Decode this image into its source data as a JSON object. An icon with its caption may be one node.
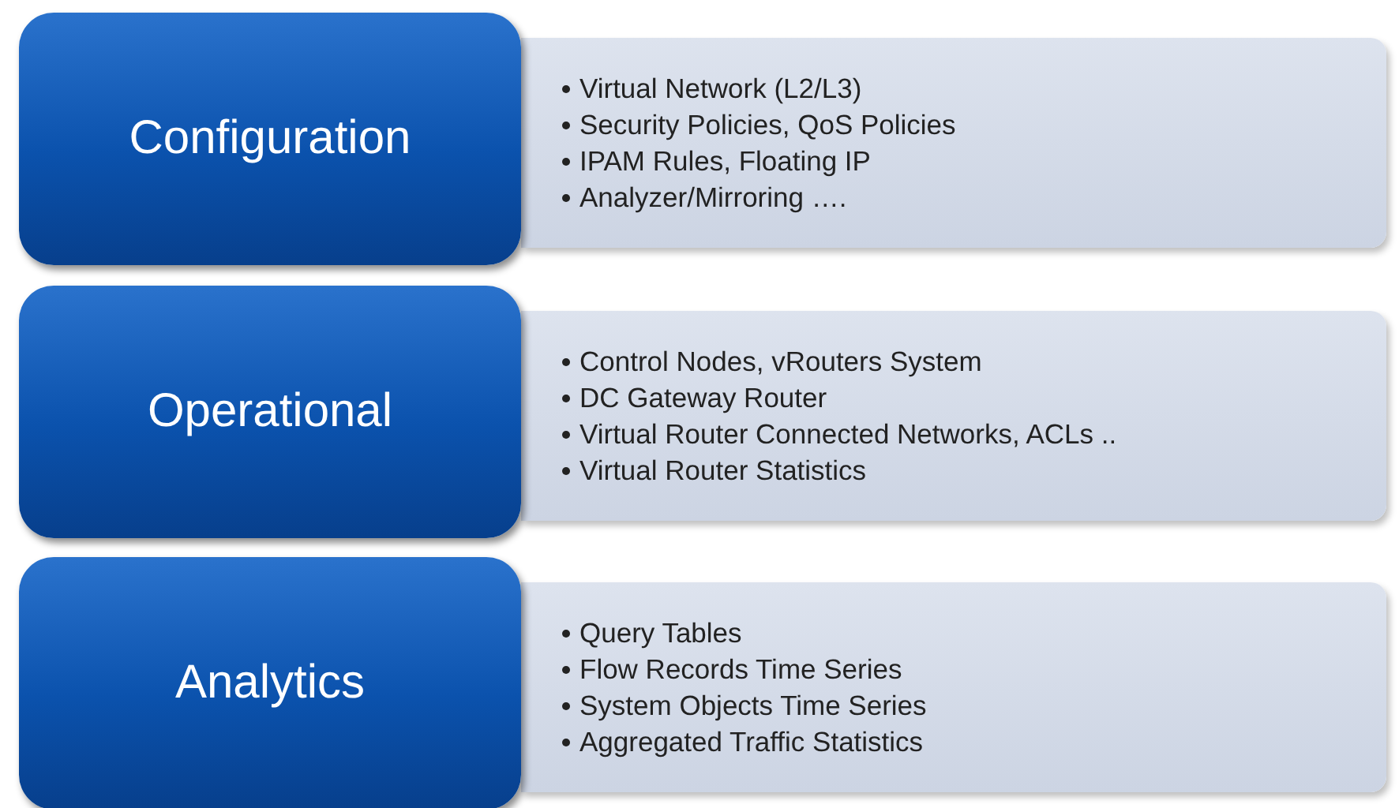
{
  "diagram": {
    "nodes": [
      {
        "text": [
          "Configuration"
        ]
      },
      {
        "text": [
          "Virtual Network (L2/L3)",
          "Security Policies, QoS Policies",
          "IPAM Rules, Floating IP",
          "Analyzer/Mirroring …."
        ]
      },
      {
        "text": [
          "Operational"
        ]
      },
      {
        "text": [
          "Control Nodes, vRouters System",
          "DC Gateway Router",
          "Virtual Router Connected Networks, ACLs ..",
          "Virtual Router Statistics"
        ]
      },
      {
        "text": [
          "Analytics"
        ]
      },
      {
        "text": [
          "Query Tables",
          "Flow Records Time Series",
          "System Objects Time Series",
          "Aggregated Traffic Statistics"
        ]
      }
    ],
    "edges": []
  }
}
